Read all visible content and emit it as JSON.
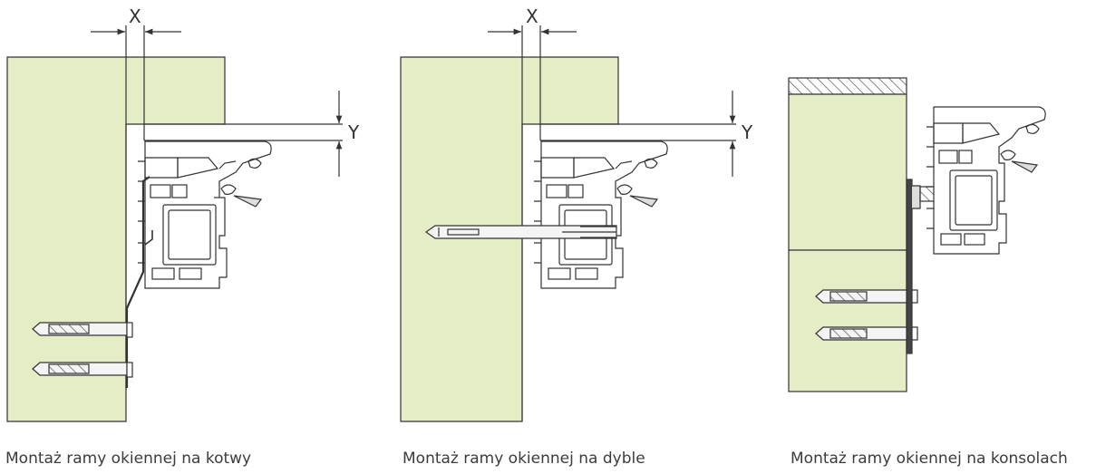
{
  "diagrams": [
    {
      "caption": "Montaż ramy okiennej na kotwy",
      "dim_x": "X",
      "dim_y": "Y"
    },
    {
      "caption": "Montaż ramy okiennej na dyble",
      "dim_x": "X",
      "dim_y": "Y"
    },
    {
      "caption": "Montaż ramy okiennej na konsolach"
    }
  ],
  "colors": {
    "wall": "#e5edc6",
    "line": "#333333",
    "hatch": "#555555"
  }
}
